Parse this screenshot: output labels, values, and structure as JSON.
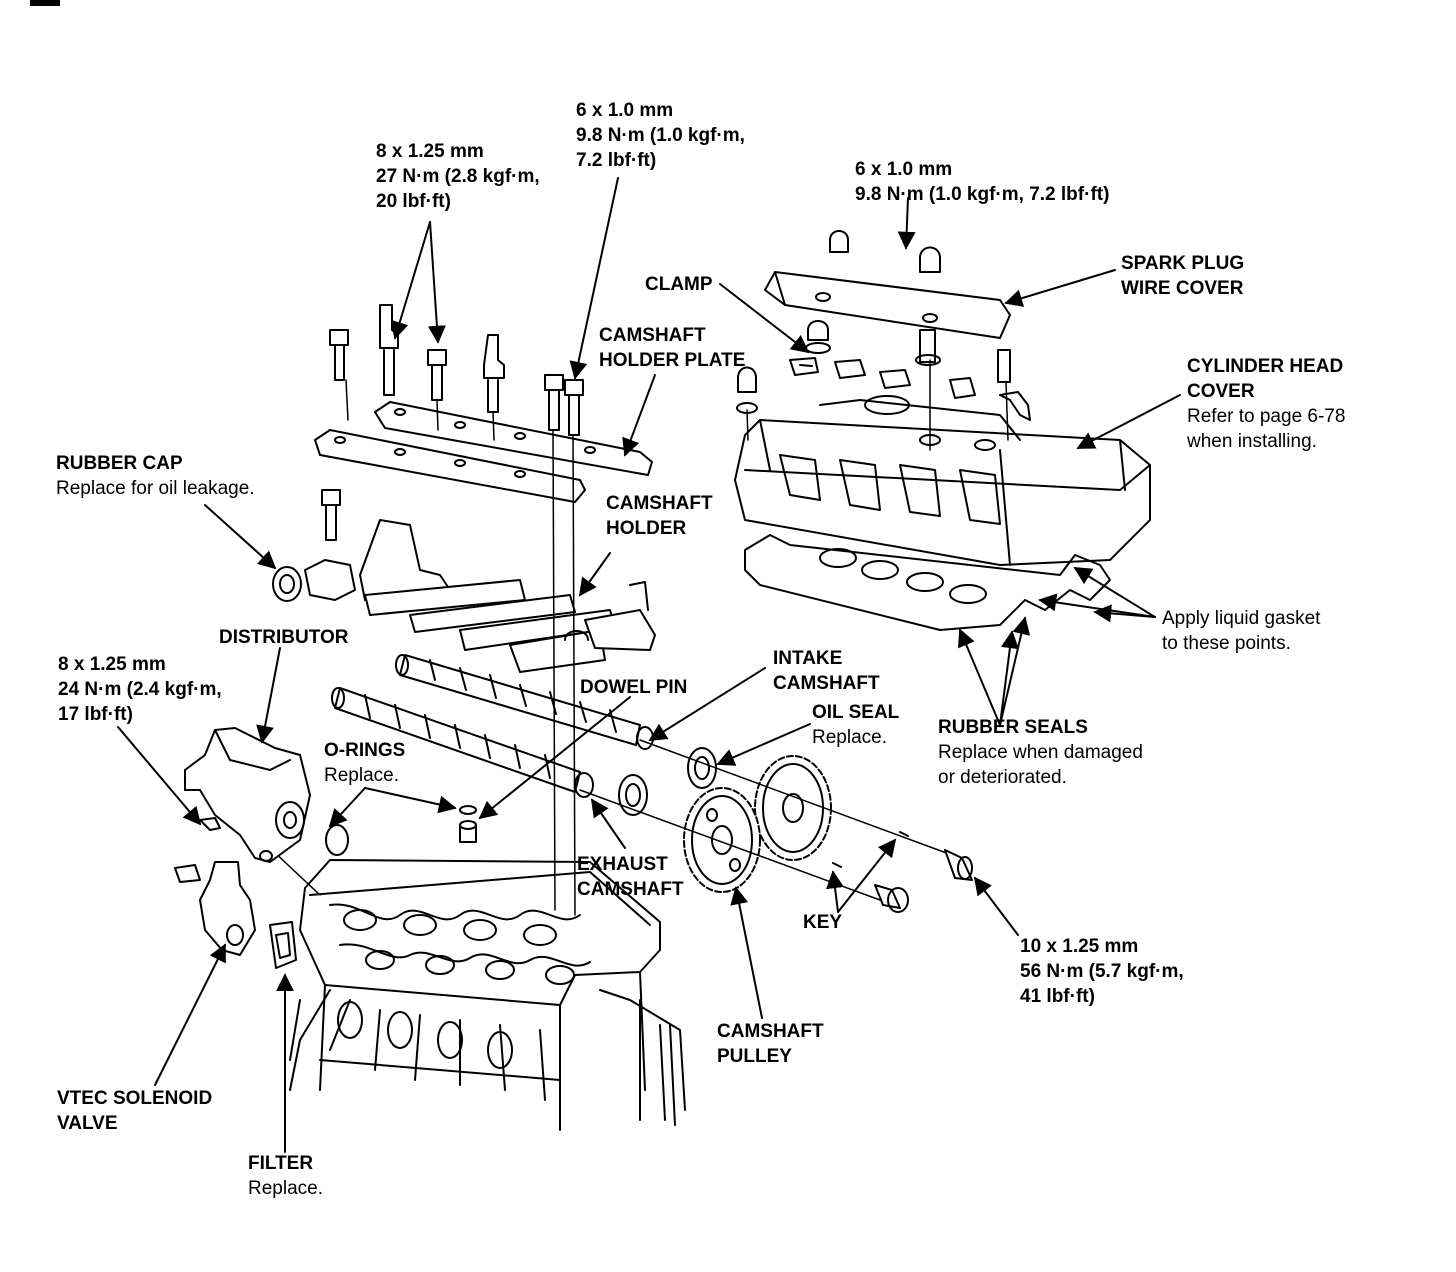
{
  "labels": {
    "bolt_8x125_top": [
      "8 x 1.25 mm",
      "27 N·m (2.8 kgf·m,",
      "20 lbf·ft)"
    ],
    "bolt_6x10_top": [
      "6 x 1.0 mm",
      "9.8 N·m (1.0 kgf·m,",
      "7.2 lbf·ft)"
    ],
    "bolt_6x10_right": [
      "6 x 1.0 mm",
      "9.8 N·m (1.0 kgf·m, 7.2 lbf·ft)"
    ],
    "clamp": "CLAMP",
    "spark_plug_wire_cover": [
      "SPARK PLUG",
      "WIRE COVER"
    ],
    "camshaft_holder_plate": [
      "CAMSHAFT",
      "HOLDER PLATE"
    ],
    "cylinder_head_cover": {
      "title": [
        "CYLINDER HEAD",
        "COVER"
      ],
      "note": [
        "Refer to page 6-78",
        "when installing."
      ]
    },
    "rubber_cap": {
      "title": "RUBBER CAP",
      "note": "Replace for oil leakage."
    },
    "camshaft_holder": [
      "CAMSHAFT",
      "HOLDER"
    ],
    "apply_liquid_gasket": [
      "Apply liquid gasket",
      "to these points."
    ],
    "distributor": "DISTRIBUTOR",
    "bolt_8x125_left": [
      "8 x 1.25 mm",
      "24 N·m (2.4 kgf·m,",
      "17 lbf·ft)"
    ],
    "intake_camshaft": [
      "INTAKE",
      "CAMSHAFT"
    ],
    "dowel_pin": "DOWEL PIN",
    "oil_seal": {
      "title": "OIL SEAL",
      "note": "Replace."
    },
    "rubber_seals": {
      "title": "RUBBER SEALS",
      "note": [
        "Replace when damaged",
        "or deteriorated."
      ]
    },
    "o_rings": {
      "title": "O-RINGS",
      "note": "Replace."
    },
    "exhaust_camshaft": [
      "EXHAUST",
      "CAMSHAFT"
    ],
    "key": "KEY",
    "bolt_10x125": [
      "10 x 1.25 mm",
      "56 N·m (5.7 kgf·m,",
      "41 lbf·ft)"
    ],
    "camshaft_pulley": [
      "CAMSHAFT",
      "PULLEY"
    ],
    "vtec_solenoid_valve": [
      "VTEC SOLENOID",
      "VALVE"
    ],
    "filter": {
      "title": "FILTER",
      "note": "Replace."
    }
  }
}
